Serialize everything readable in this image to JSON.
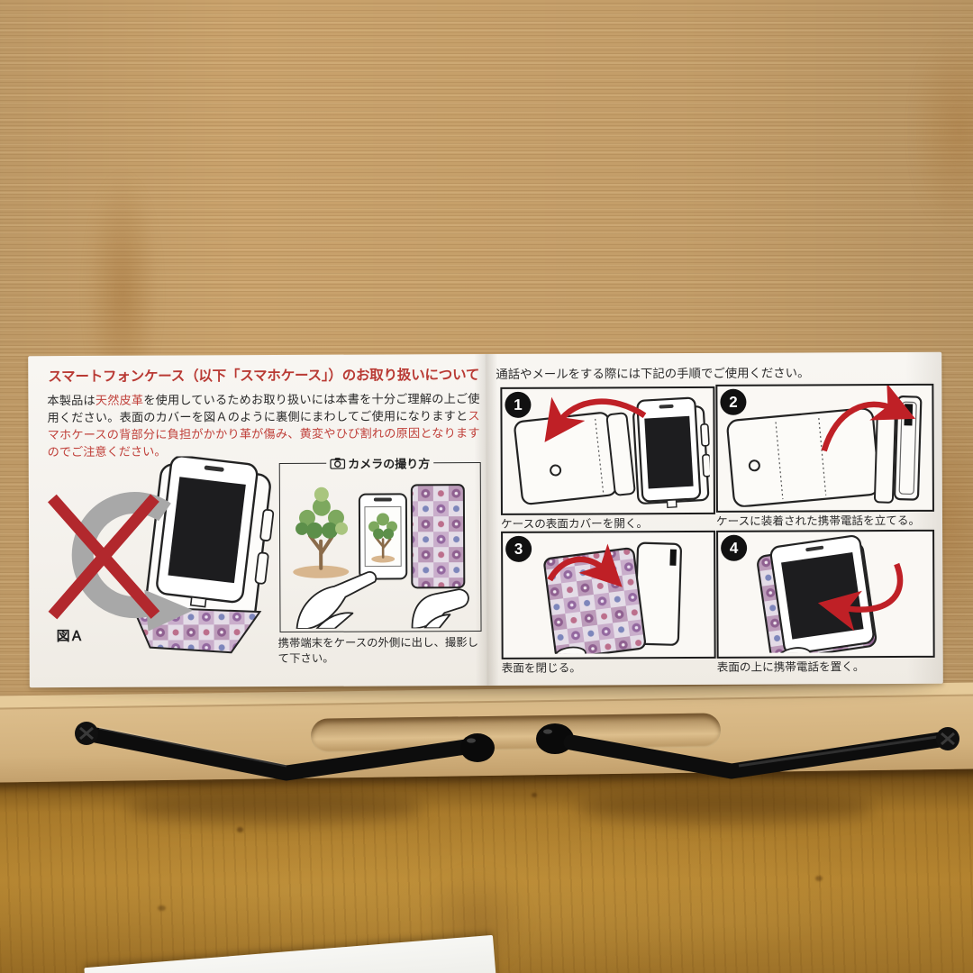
{
  "scene": {
    "description": "photo of a folded instruction leaflet for a leather smartphone flip case, standing on a bamboo shelf above a worn wooden table with black folding stand arms"
  },
  "colors": {
    "accent_red_text": "#b93a34",
    "warning_red_text": "#c0413b",
    "arrow_red": "#bf2026",
    "ink_black": "#2a2a2a",
    "paper_white": "#f6f4ef",
    "pattern_purple": "#9a6fa4"
  },
  "leaflet": {
    "left_page": {
      "title": "スマートフォンケース（以下「スマホケース」）のお取り扱いについて",
      "body_segments": [
        {
          "text": "本製品は",
          "color": "black"
        },
        {
          "text": "天然皮革",
          "color": "red"
        },
        {
          "text": "を使用しているためお取り扱いには本書を十分ご理解の上ご使用ください。表面のカバーを図Ａのように裏側にまわしてご使用になりますと",
          "color": "black"
        },
        {
          "text": "スマホケースの背部分に負担がかかり革が傷み、黄変やひび割れの原因となりますのでご注意ください。",
          "color": "red"
        }
      ],
      "figure_label": "図Ａ",
      "camera_box": {
        "icon": "camera-icon",
        "title": "カメラの撮り方",
        "caption": "携帯端末をケースの外側に出し、撮影して下さい。"
      }
    },
    "right_page": {
      "header": "通話やメールをする際には下記の手順でご使用ください。",
      "steps": [
        {
          "number": "1",
          "caption": "ケースの表面カバーを開く。"
        },
        {
          "number": "2",
          "caption": "ケースに装着された携帯電話を立てる。"
        },
        {
          "number": "3",
          "caption": "表面を閉じる。"
        },
        {
          "number": "4",
          "caption": "表面の上に携帯電話を置く。"
        }
      ]
    }
  }
}
